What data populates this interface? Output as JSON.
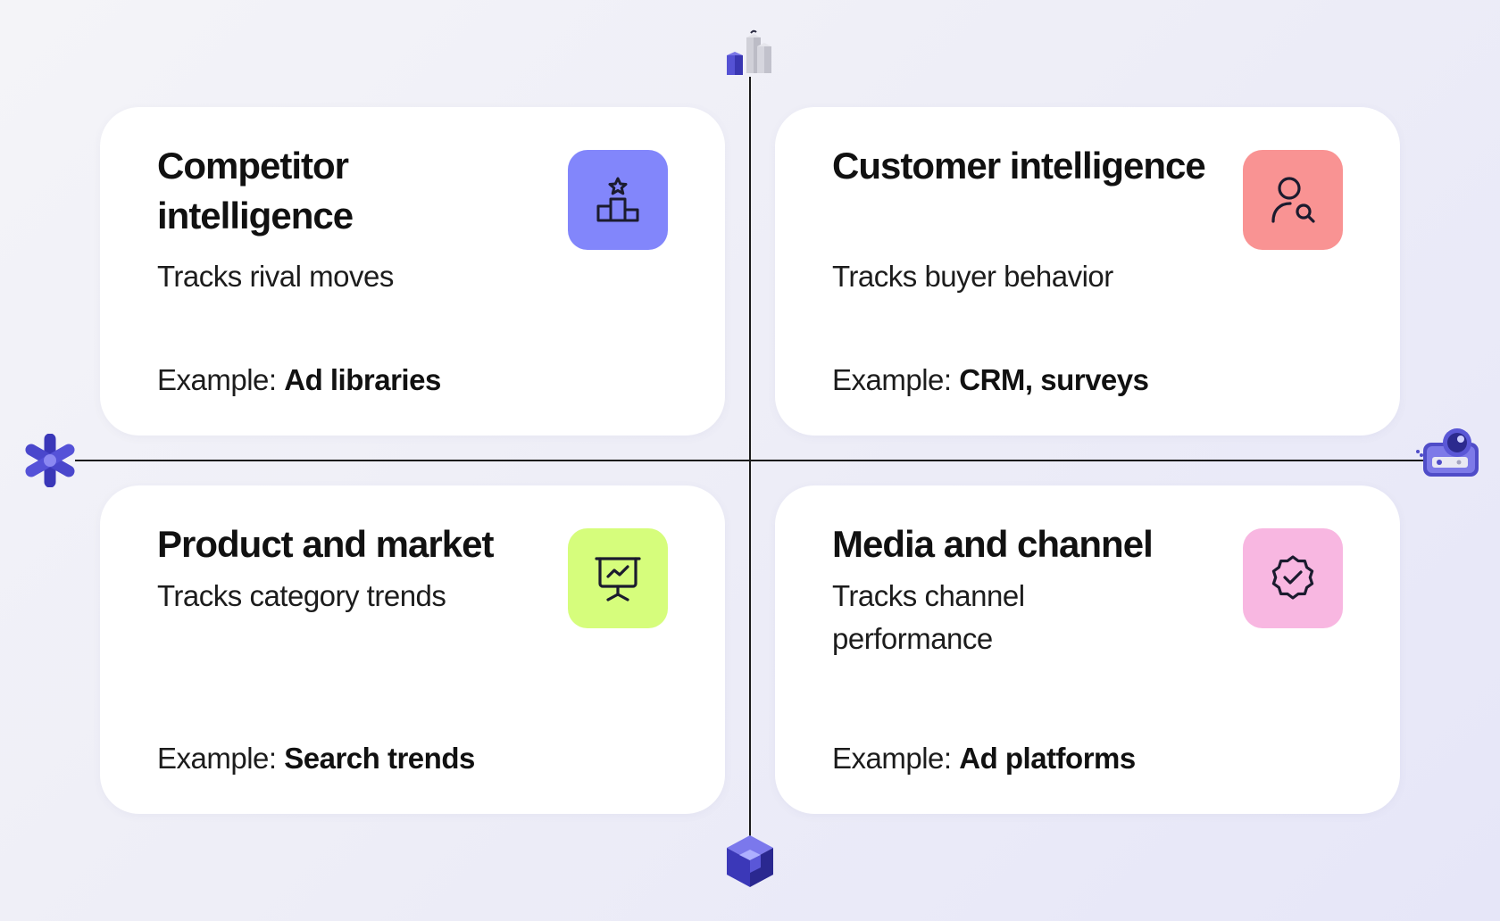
{
  "quadrants": [
    {
      "title": "Competitor intelligence",
      "subtitle": "Tracks rival moves",
      "example_prefix": "Example:",
      "example_value": "Ad libraries",
      "icon": "podium-star-icon",
      "icon_color": "#8286fb"
    },
    {
      "title": "Customer intelligence",
      "subtitle": "Tracks buyer behavior",
      "example_prefix": "Example:",
      "example_value": "CRM, surveys",
      "icon": "user-search-icon",
      "icon_color": "#f99393"
    },
    {
      "title": "Product and market",
      "subtitle": "Tracks category trends",
      "example_prefix": "Example:",
      "example_value": "Search trends",
      "icon": "presentation-chart-icon",
      "icon_color": "#d6fd7c"
    },
    {
      "title": "Media and channel",
      "subtitle": "Tracks channel performance",
      "example_prefix": "Example:",
      "example_value": "Ad platforms",
      "icon": "verified-badge-icon",
      "icon_color": "#f8b7e1"
    }
  ],
  "axis_decorations": {
    "top": "bar-blocks-icon",
    "bottom": "cube-icon",
    "left": "asterisk-icon",
    "right": "robot-device-icon"
  },
  "colors": {
    "accent": "#4a48c8",
    "axis": "#1a1a1a",
    "card_bg": "#ffffff"
  }
}
